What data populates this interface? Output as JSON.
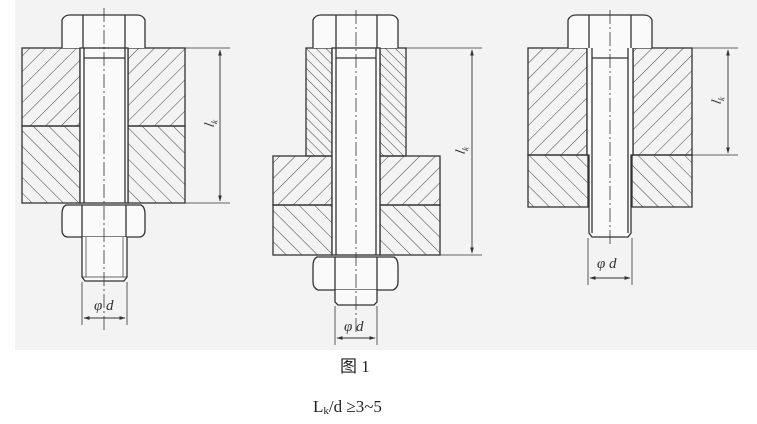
{
  "figure": {
    "caption": "图 1",
    "background": "#ffffff",
    "line_color": "#333333",
    "panels": [
      {
        "id": "through-bolt-two-plates",
        "description": "Through bolt with nut clamping two plates",
        "clamp_length_label": "l",
        "clamp_length_subscript": "k",
        "diameter_label": "φd"
      },
      {
        "id": "through-bolt-sleeve-and-two-plates",
        "description": "Through bolt with sleeve/spacer on two plates, nut underneath",
        "clamp_length_label": "l",
        "clamp_length_subscript": "k",
        "diameter_label": "φd"
      },
      {
        "id": "tap-bolt-threaded-plate",
        "description": "Cap screw into tapped lower plate",
        "clamp_length_label": "l",
        "clamp_length_subscript": "k",
        "diameter_label": "φd"
      }
    ]
  },
  "formula": {
    "lhs_main": "L",
    "lhs_sub": "k",
    "rhs": "/d ≥3~5"
  }
}
